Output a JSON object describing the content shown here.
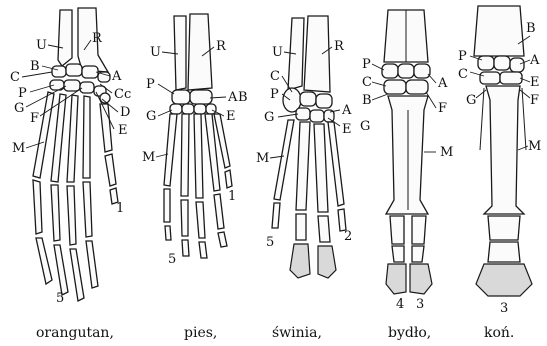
{
  "colors": {
    "ink": "#1a1a1a",
    "background": "#ffffff",
    "hoof": "#d9d9d9"
  },
  "figures": [
    {
      "caption": "orangutan,",
      "labels": {
        "U": "U",
        "R": "R",
        "B": "B",
        "C": "C",
        "A": "A",
        "Cc": "Cc",
        "P": "P",
        "G": "G",
        "F": "F",
        "D": "D",
        "E": "E",
        "M": "M",
        "d1": "1",
        "d5": "5"
      }
    },
    {
      "caption": "pies,",
      "labels": {
        "U": "U",
        "R": "R",
        "P": "P",
        "A": "A",
        "B": "B",
        "G": "G",
        "E": "E",
        "M": "M",
        "d1": "1",
        "d5": "5"
      }
    },
    {
      "caption": "świnia,",
      "labels": {
        "U": "U",
        "R": "R",
        "C": "C",
        "P": "P",
        "G": "G",
        "A": "A",
        "E": "E",
        "M": "M",
        "d2": "2",
        "d5": "5"
      }
    },
    {
      "caption": "bydło,",
      "labels": {
        "P": "P",
        "C": "C",
        "B": "B",
        "G": "G",
        "A": "A",
        "F": "F",
        "M": "M",
        "d4": "4",
        "d3": "3"
      }
    },
    {
      "caption": "koń.",
      "labels": {
        "B": "B",
        "P": "P",
        "A": "A",
        "C": "C",
        "E": "E",
        "F": "F",
        "G": "G",
        "M": "M",
        "d3": "3"
      }
    }
  ]
}
